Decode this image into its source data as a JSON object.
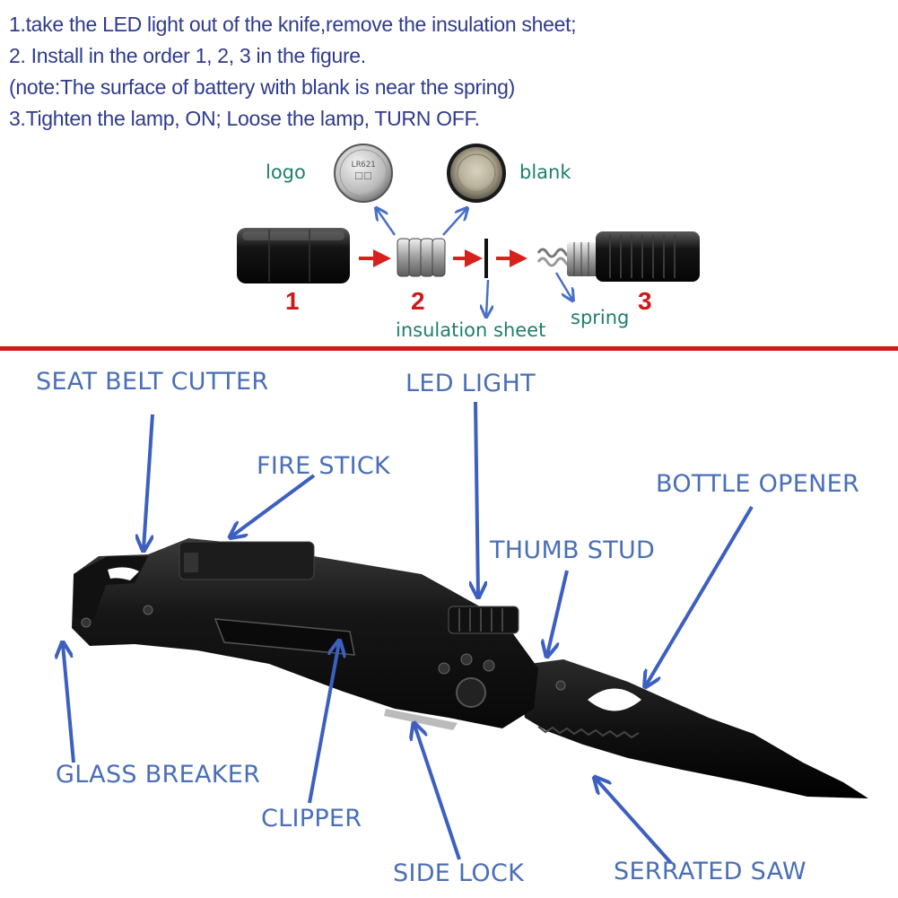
{
  "instructions": [
    "1.take the LED light out of the knife,remove the insulation sheet;",
    "2. Install in the order 1, 2, 3 in the figure.",
    "(note:The surface of battery with blank is near the spring)",
    "3.Tighten the lamp,  ON; Loose the lamp, TURN OFF."
  ],
  "battery": {
    "logo_label": "logo",
    "blank_label": "blank",
    "logo_text": "LR621"
  },
  "parts": {
    "step1": "1",
    "step2": "2",
    "step3": "3",
    "insulation_label": "insulation sheet",
    "spring_label": "spring"
  },
  "knife_labels": {
    "seat_belt_cutter": "SEAT BELT CUTTER",
    "led_light": "LED LIGHT",
    "fire_stick": "FIRE STICK",
    "bottle_opener": "BOTTLE OPENER",
    "thumb_stud": "THUMB STUD",
    "glass_breaker": "GLASS BREAKER",
    "clipper": "CLIPPER",
    "side_lock": "SIDE LOCK",
    "serrated_saw": "SERRATED SAW"
  },
  "colors": {
    "instruction_text": "#2f3b8c",
    "parts_text": "#1e7f6e",
    "step_number": "#d01818",
    "divider": "#d41919",
    "knife_label": "#4a6fb6",
    "arrow_blue": "#3d5fc0"
  }
}
